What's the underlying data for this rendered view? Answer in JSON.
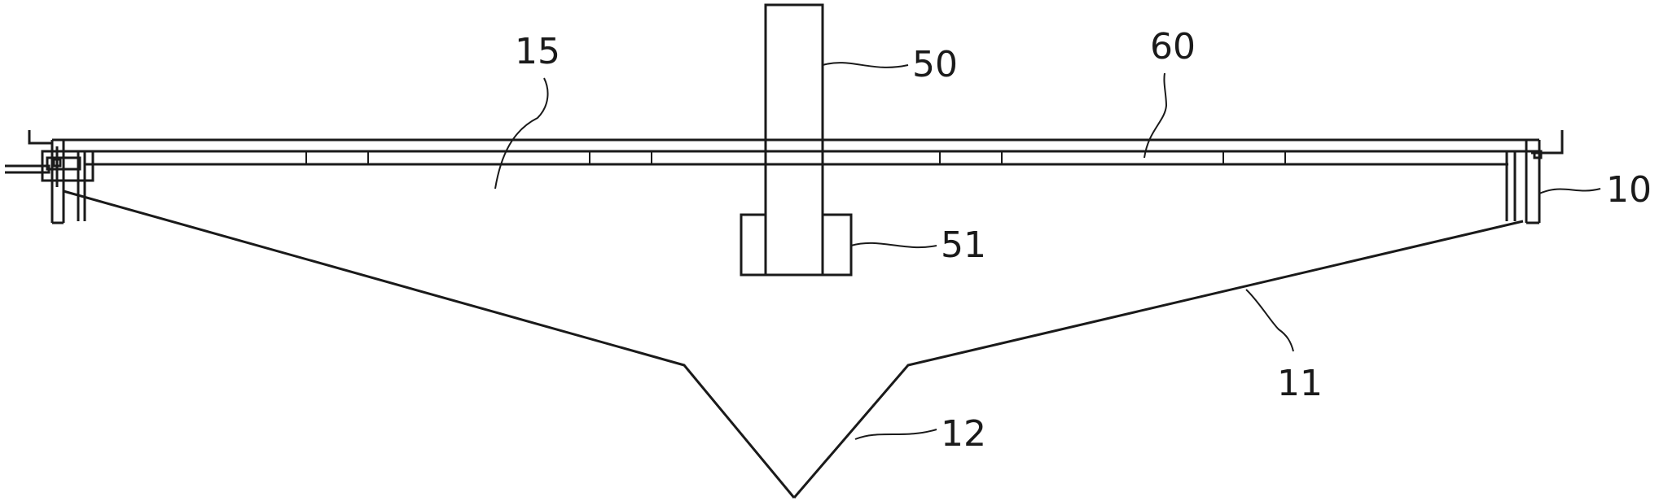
{
  "figure": {
    "labels": {
      "l15": "15",
      "l50": "50",
      "l60": "60",
      "l10": "10",
      "l51": "51",
      "l11": "11",
      "l12": "12"
    }
  },
  "colors": {
    "ink": "#1a1a1a",
    "background": "#ffffff"
  }
}
